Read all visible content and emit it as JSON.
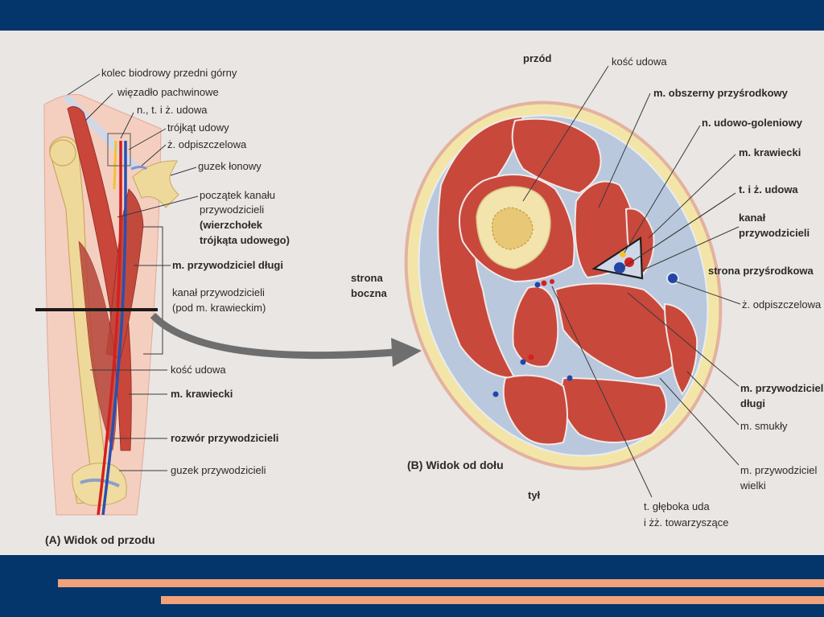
{
  "colors": {
    "slide_bg": "#04356b",
    "panel_bg": "#eae6e3",
    "accent_stripe": "#f2a27a",
    "muscle": "#c8483b",
    "fat": "#f1e3a2",
    "bone": "#f3e1a8",
    "fascia": "#b8c7dc"
  },
  "figure_a": {
    "caption": "(A) Widok od przodu",
    "labels": {
      "asis": "kolec biodrowy przedni górny",
      "inguinal_ligament": "więzadło pachwinowe",
      "femoral_nav": "n., t. i ż. udowa",
      "femoral_triangle": "trójkąt udowy",
      "saphenous": "ż. odpiszczelowa",
      "pubic_tubercle": "guzek łonowy",
      "canal_start_1": "początek kanału",
      "canal_start_2": "przywodzicieli",
      "apex_1": "(wierzchołek",
      "apex_2": "trójkąta udowego)",
      "adductor_longus": "m. przywodziciel długi",
      "canal_1": "kanał przywodzicieli",
      "canal_2": "(pod m. krawieckim)",
      "femur": "kość udowa",
      "sartorius": "m. krawiecki",
      "hiatus": "rozwór przywodzicieli",
      "adductor_tubercle": "guzek przywodzicieli"
    }
  },
  "figure_b": {
    "caption": "(B) Widok od dołu",
    "labels": {
      "front": "przód",
      "back": "tył",
      "lateral_1": "strona",
      "lateral_2": "boczna",
      "medial": "strona przyśrodkowa",
      "femur": "kość udowa",
      "vastus_medialis": "m. obszerny przyśrodkowy",
      "saphenous_nerve": "n. udowo-goleniowy",
      "sartorius": "m. krawiecki",
      "femoral_vessels": "t. i ż. udowa",
      "canal_1": "kanał",
      "canal_2": "przywodzicieli",
      "saphenous_vein": "ż. odpiszczelowa",
      "adductor_longus_1": "m. przywodziciel",
      "adductor_longus_2": "długi",
      "gracilis": "m. smukły",
      "adductor_magnus_1": "m. przywodziciel",
      "adductor_magnus_2": "wielki",
      "deep_femoral_1": "t. głęboka uda",
      "deep_femoral_2": "i żż. towarzyszące"
    }
  }
}
